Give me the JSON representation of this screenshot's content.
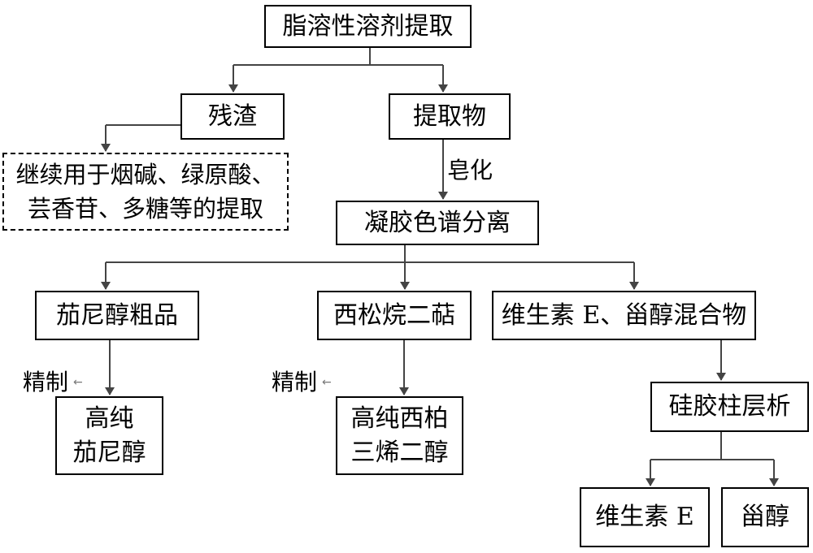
{
  "nodes": {
    "solvent_extraction": "脂溶性溶剂提取",
    "residue": "残渣",
    "extract": "提取物",
    "further_use": "继续用于烟碱、绿原酸、\n芸香苷、多糖等的提取",
    "gel_chromatography": "凝胶色谱分离",
    "solanesol_crude": "茄尼醇粗品",
    "cembratriene": "西松烷二萜",
    "vitE_sterol_mix": "维生素 E、甾醇混合物",
    "high_purity_solanesol": "高纯\n茄尼醇",
    "high_purity_cembratriene_diol": "高纯西柏\n三烯二醇",
    "silica_column": "硅胶柱层析",
    "vitamin_e": "维生素 E",
    "sterol": "甾醇"
  },
  "edge_labels": {
    "saponification": "皂化",
    "refine_1": "精制",
    "refine_2": "精制"
  }
}
